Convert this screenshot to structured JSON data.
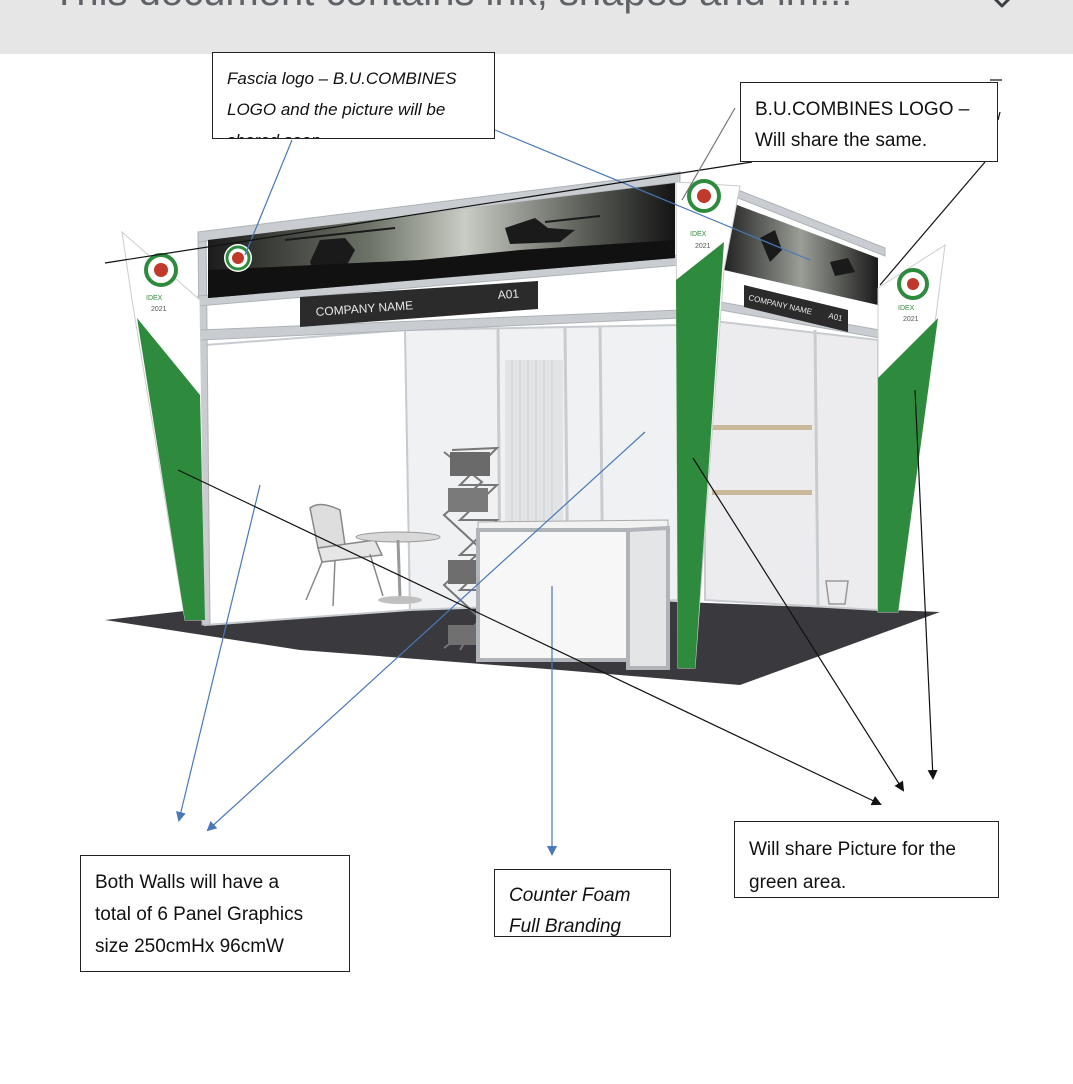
{
  "header": {
    "title": "This document contains ink, shapes and im...",
    "menu_icon": "chevron-down-icon"
  },
  "booth": {
    "fascia_left_name": "COMPANY NAME",
    "fascia_left_code": "A01",
    "fascia_right_name": "COMPANY NAME",
    "fascia_right_code": "A01",
    "logo_year": "2021",
    "logo_text": "IDEX"
  },
  "notes": {
    "fascia": [
      "Fascia logo – B.U.COMBINES",
      "LOGO and the picture will be",
      "shared soon."
    ],
    "logo": [
      "B.U.COMBINES LOGO –",
      "Will share the same."
    ],
    "walls": [
      "Both Walls will have a",
      "total of 6 Panel Graphics",
      "size 250cmHx 96cmW"
    ],
    "counter": [
      "Counter Foam",
      "Full Branding"
    ],
    "green": [
      "Will share Picture for the",
      "green area."
    ]
  },
  "colors": {
    "header_bg": "#e6e6e6",
    "header_text": "#5f6368",
    "brand_green": "#2e8b3e",
    "floor": "#3a3a3e",
    "frame": "#b8bcc0",
    "arrow_blue": "#4a78b8",
    "arrow_black": "#111111"
  }
}
